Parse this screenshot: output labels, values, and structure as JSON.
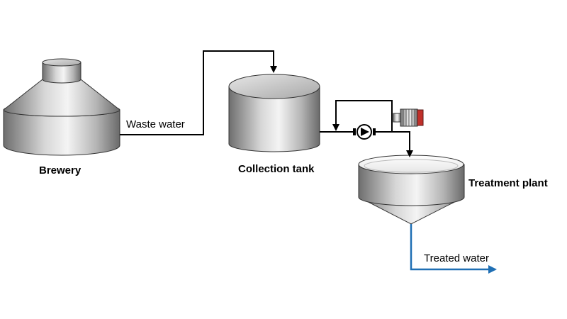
{
  "labels": {
    "brewery": "Brewery",
    "waste_water": "Waste water",
    "collection_tank": "Collection tank",
    "treatment_plant": "Treatment plant",
    "treated_water": "Treated water"
  },
  "colors": {
    "pipe": "#000000",
    "treated_pipe": "#1f6fb4",
    "motor_cap": "#c0302a",
    "metal_light": "#f2f2f2",
    "metal_dark": "#7a7a7a"
  }
}
